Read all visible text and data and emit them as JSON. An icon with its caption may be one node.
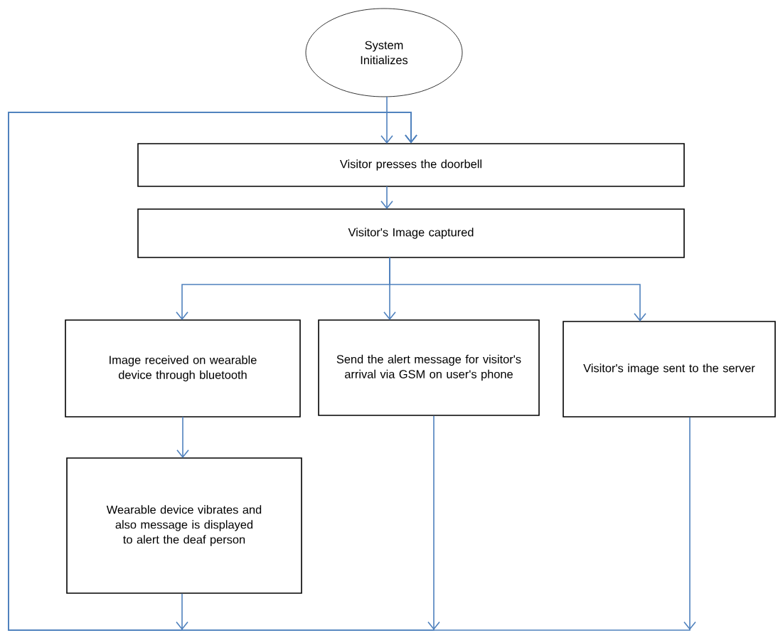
{
  "diagram": {
    "nodes": [
      {
        "text": [
          "System Initializes"
        ]
      },
      {
        "text": [
          "Visitor presses the doorbell"
        ]
      },
      {
        "text": [
          "Visitor's Image captured"
        ]
      },
      {
        "text": [
          "Image received on wearable device through bluetooth"
        ]
      },
      {
        "text": [
          "Send the alert message for visitor's arrival via GSM on user's phone"
        ]
      },
      {
        "text": [
          "Visitor's image sent to the server"
        ]
      },
      {
        "text": [
          "Wearable device vibrates and also message is displayed to alert the deaf person"
        ]
      }
    ],
    "edges": [
      {
        "from": 0,
        "to": 1,
        "arrow": "to"
      },
      {
        "from": 1,
        "to": 2,
        "arrow": "to"
      },
      {
        "from": 2,
        "to": 3,
        "arrow": "to"
      },
      {
        "from": 2,
        "to": 4,
        "arrow": "to"
      },
      {
        "from": 2,
        "to": 5,
        "arrow": "to"
      },
      {
        "from": 3,
        "to": 6,
        "arrow": "to"
      },
      {
        "from": 6,
        "to": 1,
        "arrow": "to"
      },
      {
        "from": 4,
        "to": 1,
        "arrow": "to"
      },
      {
        "from": 5,
        "to": 1,
        "arrow": "to"
      }
    ]
  }
}
